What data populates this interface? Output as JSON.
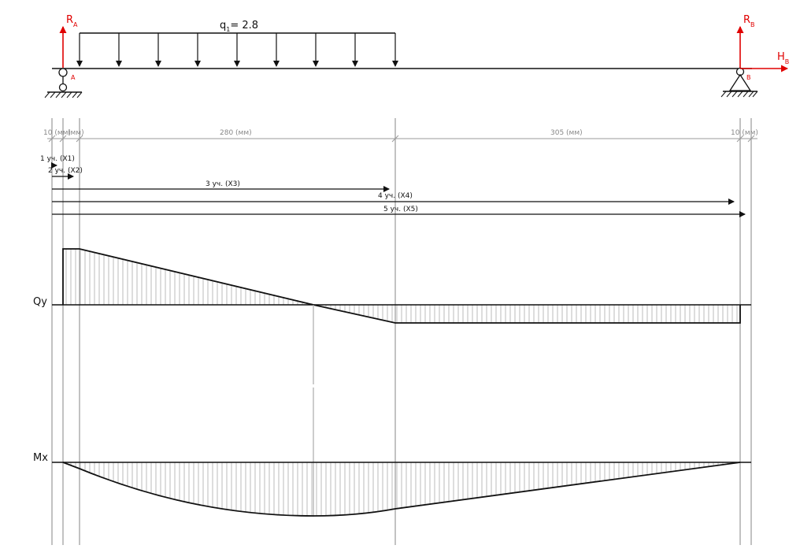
{
  "load": {
    "q_label": "q",
    "q_sub": "1",
    "q_value": "= 2.8"
  },
  "supports": {
    "ra_label": "R",
    "ra_sub": "A",
    "point_a": "A",
    "rb_label": "R",
    "rb_sub": "B",
    "point_b": "B",
    "hb_label": "H",
    "hb_sub": "B"
  },
  "dimensions": {
    "d1": "10 (мм)",
    "d2": "(мм)",
    "d3": "280 (мм)",
    "d4": "305 (мм)",
    "d5": "10 (мм)"
  },
  "sections": [
    "1 уч. (X1)",
    "2 уч. (X2)",
    "3 уч. (X3)",
    "4 уч. (X4)",
    "5 уч. (X5)"
  ],
  "diagrams": {
    "qy_label": "Qy",
    "mx_label": "Mx"
  },
  "colors": {
    "reaction": "#e00000",
    "line": "#111111",
    "hatch": "#bbbbbb"
  }
}
